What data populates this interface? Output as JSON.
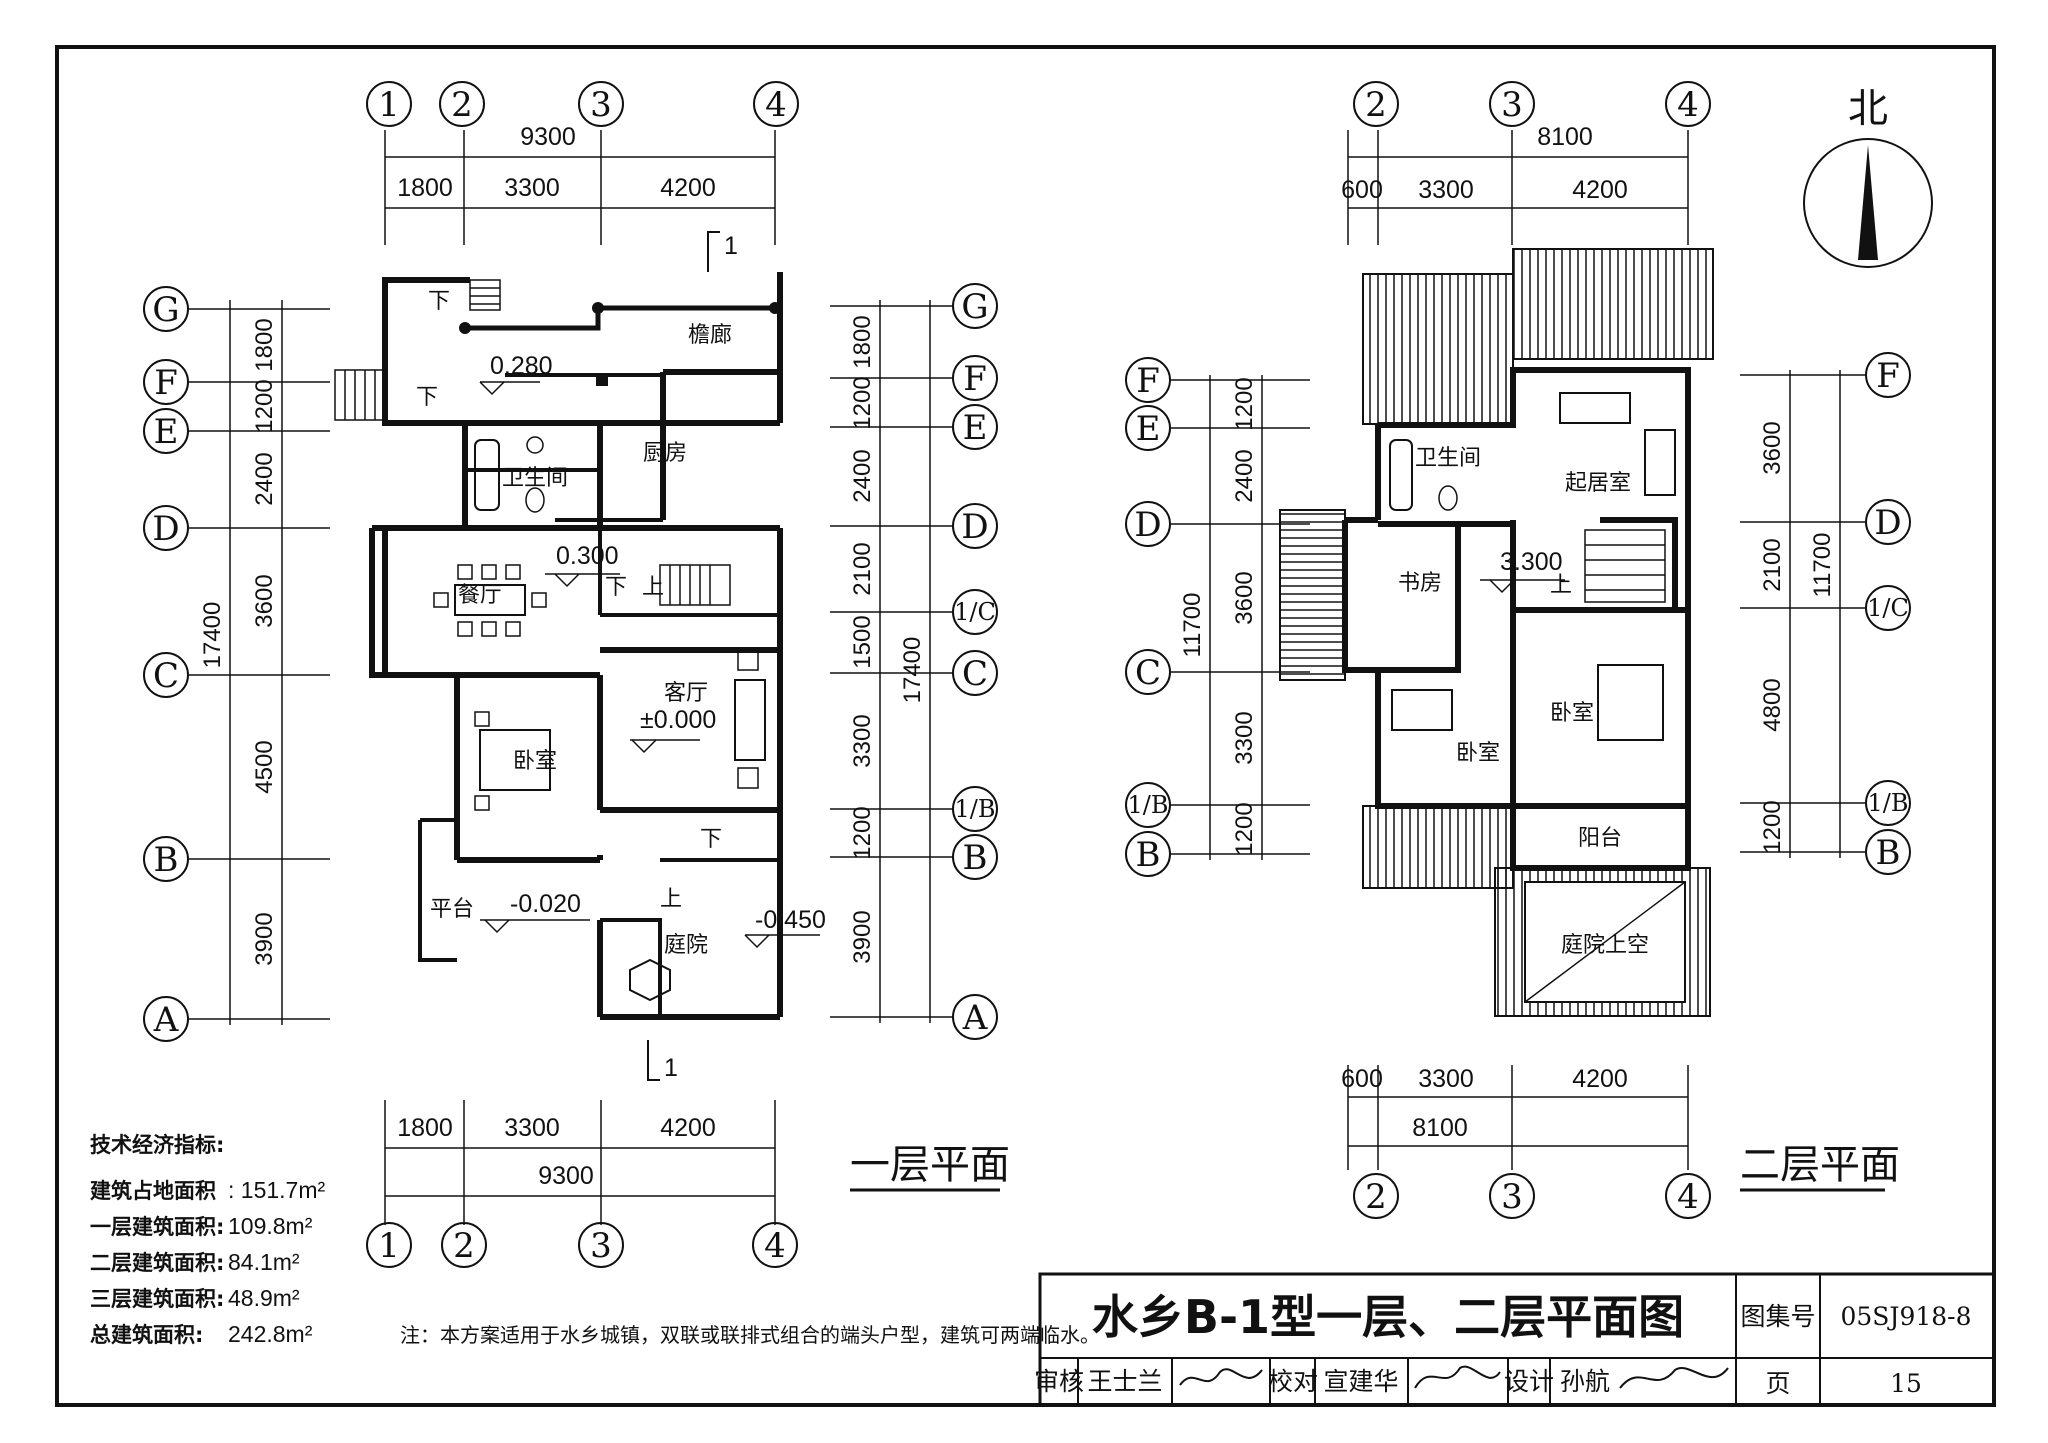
{
  "north_label": "北",
  "plan1": {
    "title": "一层平面",
    "axes_top": [
      "1",
      "2",
      "3",
      "4"
    ],
    "axes_bottom": [
      "1",
      "2",
      "3",
      "4"
    ],
    "axes_left": [
      "G",
      "F",
      "E",
      "D",
      "C",
      "B",
      "A"
    ],
    "axes_right": [
      "G",
      "F",
      "E",
      "D",
      "1/C",
      "C",
      "1/B",
      "B",
      "A"
    ],
    "dim_total_top": "9300",
    "dim_segments_top": [
      "1800",
      "3300",
      "4200"
    ],
    "dim_total_bottom": "9300",
    "dim_segments_bottom": [
      "1800",
      "3300",
      "4200"
    ],
    "dim_left_total": "17400",
    "dim_left_segments": [
      "1800",
      "1200",
      "2400",
      "3600",
      "4500",
      "3900"
    ],
    "dim_right_total": "17400",
    "dim_right_segments": [
      "1800",
      "1200",
      "2400",
      "2100",
      "1500",
      "3300",
      "1200",
      "3900"
    ],
    "section_mark": "1",
    "rooms": {
      "corridor": "檐廊",
      "bath": "卫生间",
      "kitchen": "厨房",
      "dining": "餐厅",
      "living": "客厅",
      "bedroom": "卧室",
      "terrace": "平台",
      "courtyard": "庭院"
    },
    "elevations": [
      "0.280",
      "0.300",
      "±0.000",
      "-0.020",
      "-0.450"
    ],
    "down_labels": [
      "下",
      "下",
      "下",
      "下"
    ],
    "up_labels": [
      "上",
      "上"
    ]
  },
  "plan2": {
    "title": "二层平面",
    "axes_top": [
      "2",
      "3",
      "4"
    ],
    "axes_bottom": [
      "2",
      "3",
      "4"
    ],
    "axes_left": [
      "F",
      "E",
      "D",
      "C",
      "1/B",
      "B"
    ],
    "axes_right": [
      "F",
      "D",
      "1/C",
      "1/B",
      "B"
    ],
    "dim_total_top": "8100",
    "dim_segments_top": [
      "600",
      "3300",
      "4200"
    ],
    "dim_total_bottom": "8100",
    "dim_segments_bottom": [
      "600",
      "3300",
      "4200"
    ],
    "dim_left_total": "11700",
    "dim_left_segments": [
      "1200",
      "2400",
      "3600",
      "3300",
      "1200"
    ],
    "dim_right_total": "11700",
    "dim_right_segments": [
      "3600",
      "2100",
      "4800",
      "1200"
    ],
    "rooms": {
      "bath": "卫生间",
      "living": "起居室",
      "study": "书房",
      "bedroom_a": "卧室",
      "bedroom_b": "卧室",
      "balcony": "阳台",
      "void": "庭院上空"
    },
    "elevations": [
      "3.300"
    ],
    "up_labels": [
      "上"
    ]
  },
  "stats": {
    "heading": "技术经济指标:",
    "rows": [
      {
        "label": "建筑占地面积",
        "value": ": 151.7m²"
      },
      {
        "label": "一层建筑面积:",
        "value": "109.8m²"
      },
      {
        "label": "二层建筑面积:",
        "value": "84.1m²"
      },
      {
        "label": "三层建筑面积:",
        "value": "48.9m²"
      },
      {
        "label": "总建筑面积:",
        "value": "242.8m²"
      }
    ]
  },
  "note": "注：本方案适用于水乡城镇，双联或联排式组合的端头户型，建筑可两端临水。",
  "title_block": {
    "drawing_title": "水乡B-1型一层、二层平面图",
    "atlas_label": "图集号",
    "atlas_number": "05SJ918-8",
    "review_label": "审核",
    "review_name": "王士兰",
    "check_label": "校对",
    "check_name": "宣建华",
    "design_label": "设计",
    "design_name": "孙航",
    "page_label": "页",
    "page_number": "15"
  }
}
